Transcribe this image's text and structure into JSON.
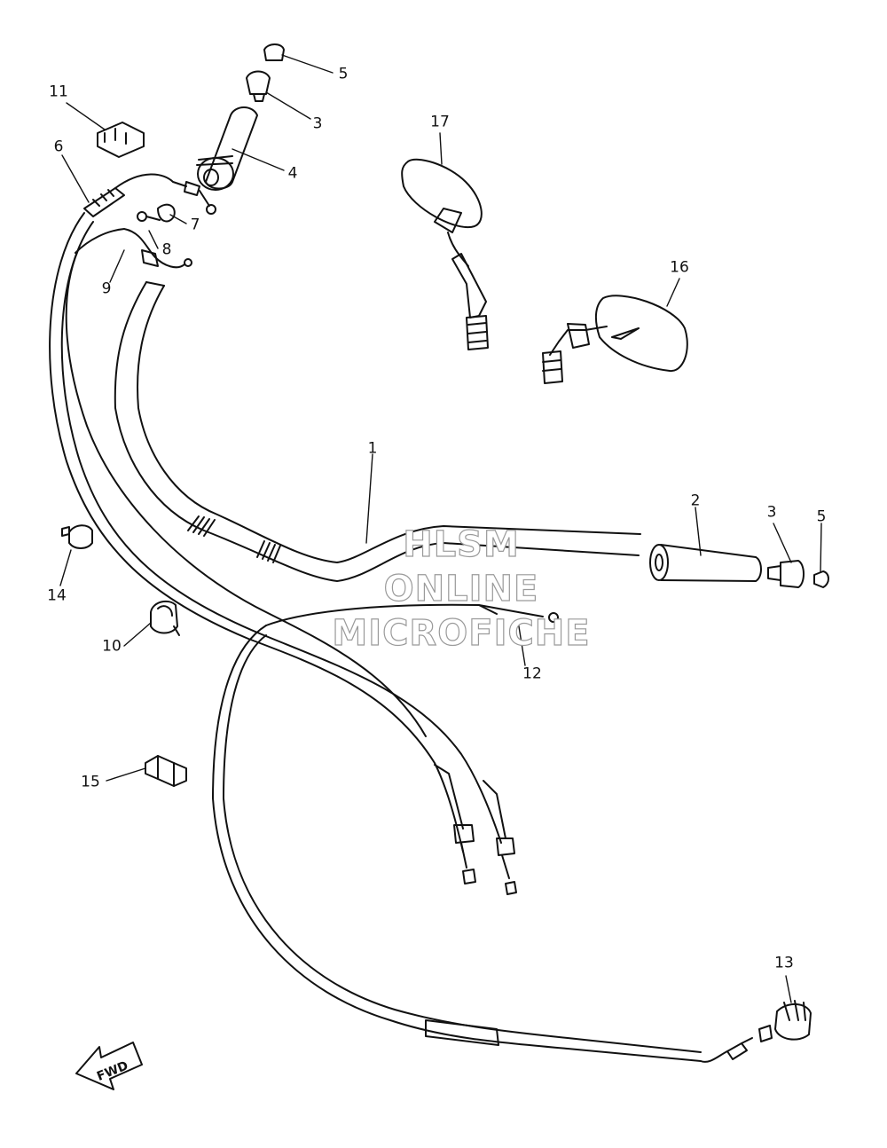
{
  "diagram": {
    "callouts": {
      "c1": "1",
      "c2": "2",
      "c3a": "3",
      "c3b": "3",
      "c4": "4",
      "c5a": "5",
      "c5b": "5",
      "c6": "6",
      "c7": "7",
      "c8": "8",
      "c9": "9",
      "c10": "10",
      "c11": "11",
      "c12": "12",
      "c13": "13",
      "c14": "14",
      "c15": "15",
      "c16": "16",
      "c17": "17"
    },
    "direction_label": "FWD",
    "watermark": {
      "line1": "HLSM",
      "line2": "ONLINE",
      "line3": "MICROFICHE"
    }
  }
}
